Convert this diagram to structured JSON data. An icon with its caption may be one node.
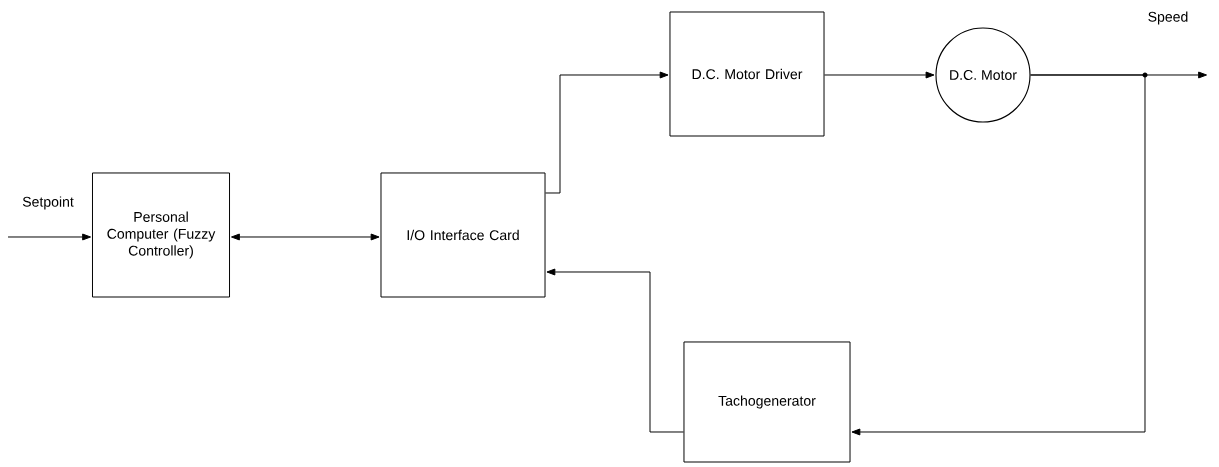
{
  "diagram": {
    "nodes": [
      {
        "text": [
          "Personal Computer (Fuzzy Controller)"
        ]
      },
      {
        "text": [
          "I/O Interface Card"
        ]
      },
      {
        "text": [
          "D.C. Motor Driver"
        ]
      },
      {
        "text": [
          "D.C. Motor"
        ]
      },
      {
        "text": [
          "Tachogenerator"
        ]
      }
    ],
    "edges": [
      {
        "from": null,
        "to": 0,
        "arrow": "to",
        "label": "Setpoint"
      },
      {
        "from": 0,
        "to": 1,
        "arrow": "both"
      },
      {
        "from": 1,
        "to": 2,
        "arrow": "to"
      },
      {
        "from": 2,
        "to": 3,
        "arrow": "to"
      },
      {
        "from": 3,
        "to": null,
        "arrow": "to",
        "label": "Speed"
      },
      {
        "from": 3,
        "to": 4,
        "arrow": "to"
      },
      {
        "from": 4,
        "to": 1,
        "arrow": "to"
      }
    ]
  }
}
